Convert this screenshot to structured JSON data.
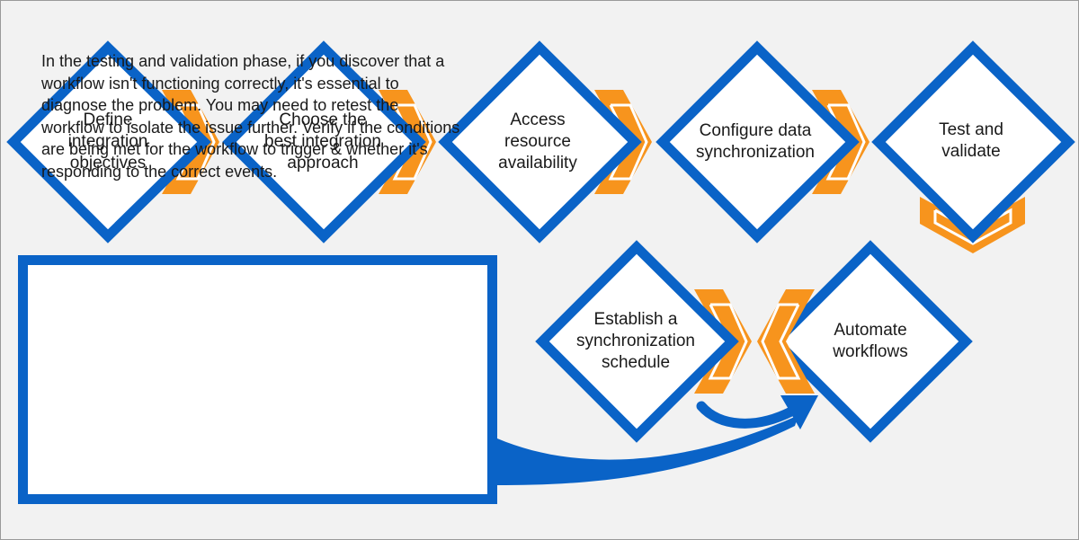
{
  "colors": {
    "blue": "#0a63c7",
    "orange": "#f7941d",
    "background": "#f2f2f2"
  },
  "steps": [
    {
      "label": "Define integration objectives",
      "lines": [
        "Define",
        "integration",
        "objectives"
      ]
    },
    {
      "label": "Choose the best integration approach",
      "lines": [
        "Choose the",
        "best integration",
        "approach"
      ]
    },
    {
      "label": "Access resource availability",
      "lines": [
        "Access",
        "resource",
        "availability"
      ]
    },
    {
      "label": "Configure data synchronization",
      "lines": [
        "Configure data",
        "synchronization"
      ]
    },
    {
      "label": "Test and validate",
      "lines": [
        "Test and",
        "validate"
      ]
    },
    {
      "label": "Establish a synchronization schedule",
      "lines": [
        "Establish a",
        "synchronization",
        "schedule"
      ]
    },
    {
      "label": "Automate workflows",
      "lines": [
        "Automate",
        "workflows"
      ]
    }
  ],
  "callout": {
    "text": "In the testing and validation phase, if you discover that a workflow isn't functioning correctly, it's essential to diagnose the problem. You may need to retest the workflow to isolate the issue further. Verify if the conditions are being met for the workflow to trigger & whether it's responding to the correct events."
  },
  "icons": {
    "step_shape": "diamond",
    "connector": "double-chevron-arrow",
    "callout_pointer": "curved-arrow"
  }
}
